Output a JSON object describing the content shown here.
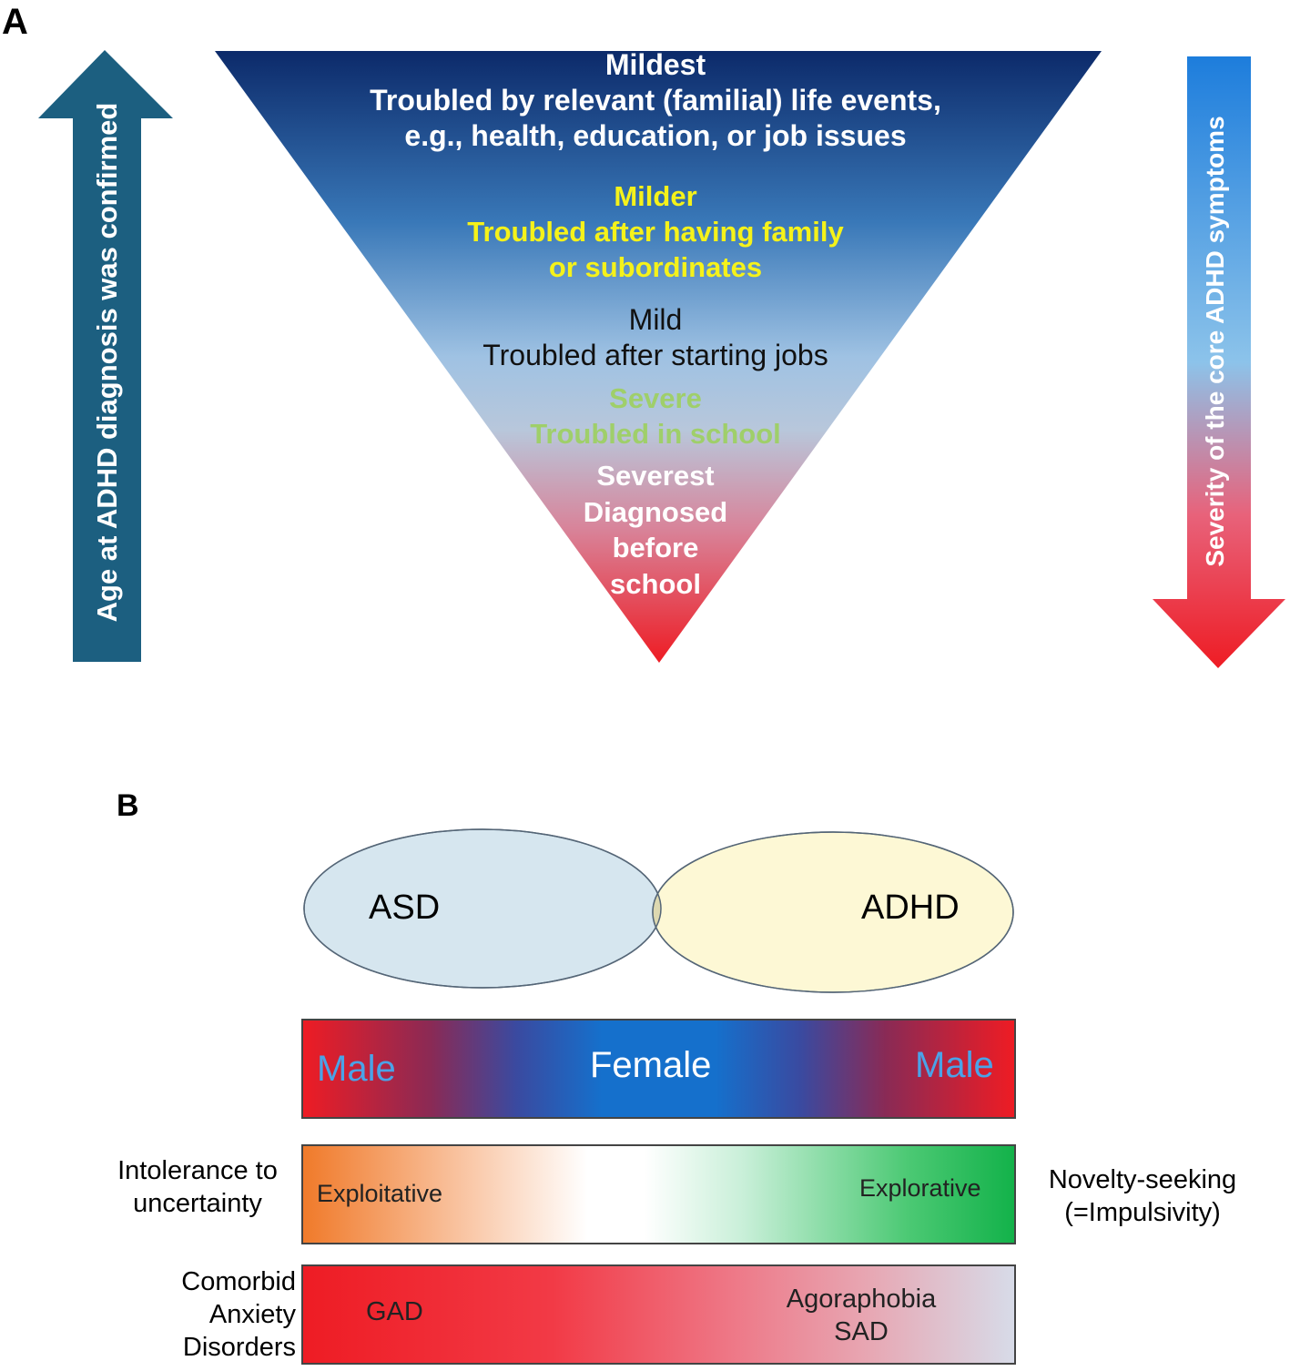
{
  "panel_a": {
    "label": "A",
    "left_arrow_text": "Age at ADHD diagnosis was confirmed",
    "right_arrow_text": "Severity of the core ADHD symptoms",
    "levels": [
      {
        "lines": [
          "Mildest",
          "Troubled by relevant (familial) life events,",
          "e.g., health, education, or job issues"
        ],
        "color": "#ffffff"
      },
      {
        "lines": [
          "Milder",
          "Troubled after having family",
          "or subordinates"
        ],
        "color": "#f5f21a"
      },
      {
        "lines": [
          "Mild",
          "Troubled after starting jobs"
        ],
        "color": "#111111"
      },
      {
        "lines": [
          "Severe",
          "Troubled in school"
        ],
        "color": "#9fcf6a"
      },
      {
        "lines": [
          "Severest",
          "Diagnosed",
          "before",
          "school"
        ],
        "color": "#ffffff"
      }
    ],
    "colors": {
      "triangle_top": "#0c2a6a",
      "triangle_mid": "#8fb3dc",
      "triangle_bottom": "#ee1c24",
      "left_arrow": "#1c5f80",
      "right_arrow_top": "#1d7ddc",
      "right_arrow_bottom": "#ee1c24"
    }
  },
  "panel_b": {
    "label": "B",
    "venn": {
      "left_label": "ASD",
      "right_label": "ADHD",
      "left_color": "#d6e6ef",
      "right_color": "#fdf8d5",
      "overlap_color": "#ddd8b0"
    },
    "sex_bar": {
      "left": "Male",
      "center": "Female",
      "right": "Male",
      "male_color": "#4aa3e8",
      "female_color": "#ffffff"
    },
    "exploration_bar": {
      "left_side_label": [
        "Intolerance to",
        "uncertainty"
      ],
      "left_text": "Exploitative",
      "right_text": "Explorative",
      "right_side_label": [
        "Novelty-seeking",
        "(=Impulsivity)"
      ]
    },
    "anxiety_bar": {
      "side_label": [
        "Comorbid",
        "Anxiety",
        "Disorders"
      ],
      "left_text": "GAD",
      "right_text": [
        "Agoraphobia",
        "SAD"
      ]
    }
  }
}
